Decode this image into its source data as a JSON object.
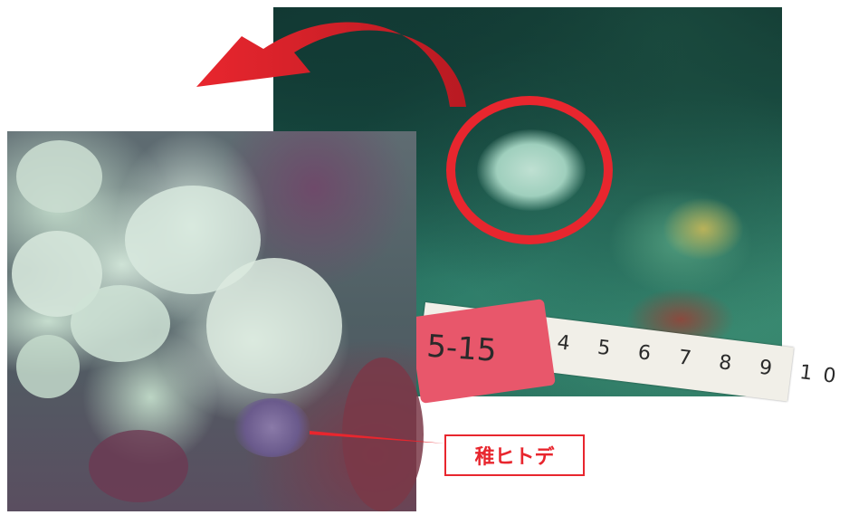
{
  "callout": {
    "label": "稚ヒトデ"
  },
  "measuring_tape": {
    "numbers": "4 5 6 7 8 9 10"
  },
  "sample_tag": {
    "text": "5-15"
  },
  "colors": {
    "accent": "#e8262e",
    "water_dark": "#0f2f2b",
    "water_mid": "#2d7c69",
    "colony_white": "#d6e7db",
    "tag_pink": "#e8576b"
  }
}
